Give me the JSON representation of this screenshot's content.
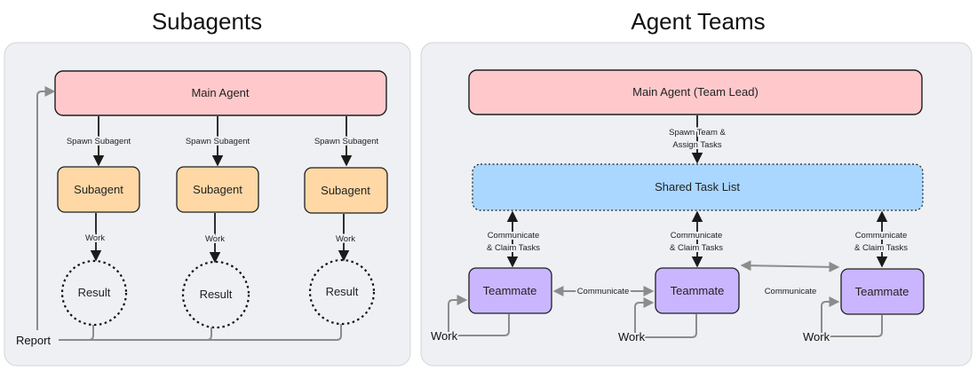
{
  "subagents_panel": {
    "title": "Subagents",
    "main_agent": "Main Agent",
    "spawn_label": "Spawn Subagent",
    "subagent_label": "Subagent",
    "work_label": "Work",
    "result_label": "Result",
    "report_label": "Report"
  },
  "teams_panel": {
    "title": "Agent Teams",
    "team_lead": "Main Agent (Team Lead)",
    "spawn_line1": "Spawn Team &",
    "spawn_line2": "Assign Tasks",
    "task_list": "Shared Task List",
    "communicate_line1": "Communicate",
    "communicate_line2": "& Claim Tasks",
    "teammate_label": "Teammate",
    "communicate_label": "Communicate",
    "work_label": "Work"
  },
  "colors": {
    "panel_bg": "#eef0f3",
    "main_agent_fill": "#ffc9cc",
    "subagent_fill": "#ffd8a6",
    "task_list_fill": "#a9d7ff",
    "teammate_fill": "#cab6ff",
    "arrow_gray": "#8c8c8c"
  }
}
